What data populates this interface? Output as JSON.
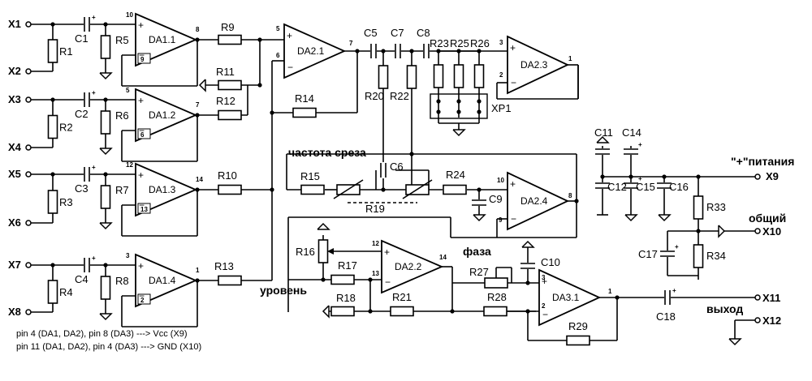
{
  "opamps": [
    {
      "id": "da11",
      "label": "DA1.1",
      "plus_pin": "10",
      "minus_pin": "9",
      "out_pin": "8"
    },
    {
      "id": "da12",
      "label": "DA1.2",
      "plus_pin": "5",
      "minus_pin": "6",
      "out_pin": "7"
    },
    {
      "id": "da13",
      "label": "DA1.3",
      "plus_pin": "12",
      "minus_pin": "13",
      "out_pin": "14"
    },
    {
      "id": "da14",
      "label": "DA1.4",
      "plus_pin": "3",
      "minus_pin": "2",
      "out_pin": "1"
    },
    {
      "id": "da21",
      "label": "DA2.1",
      "plus_pin": "5",
      "minus_pin": "6",
      "out_pin": "7"
    },
    {
      "id": "da23",
      "label": "DA2.3",
      "plus_pin": "3",
      "minus_pin": "2",
      "out_pin": "1"
    },
    {
      "id": "da24",
      "label": "DA2.4",
      "plus_pin": "10",
      "minus_pin": "9",
      "out_pin": "8"
    },
    {
      "id": "da22",
      "label": "DA2.2",
      "plus_pin": "12",
      "minus_pin": "13",
      "out_pin": "14"
    },
    {
      "id": "da31",
      "label": "DA3.1",
      "plus_pin": "3",
      "minus_pin": "2",
      "out_pin": "1"
    }
  ],
  "resistors": [
    "R1",
    "R2",
    "R3",
    "R4",
    "R5",
    "R6",
    "R7",
    "R8",
    "R9",
    "R10",
    "R11",
    "R12",
    "R13",
    "R14",
    "R15",
    "R16",
    "R17",
    "R18",
    "R19",
    "R20",
    "R21",
    "R22",
    "R23",
    "R24",
    "R25",
    "R26",
    "R27",
    "R28",
    "R29",
    "R33",
    "R34"
  ],
  "capacitors": [
    "C1",
    "C2",
    "C3",
    "C4",
    "C5",
    "C6",
    "C7",
    "C8",
    "C9",
    "C10",
    "C11",
    "C12",
    "C14",
    "C15",
    "C16",
    "C17",
    "C18"
  ],
  "terminals": [
    "X1",
    "X2",
    "X3",
    "X4",
    "X5",
    "X6",
    "X7",
    "X8",
    "X9",
    "X10",
    "X11",
    "X12"
  ],
  "connector": "XP1",
  "labels": {
    "cutoff": "частота среза",
    "phase": "фаза",
    "level": "уровень",
    "output": "выход",
    "common": "общий",
    "power": "\"+\"питания"
  },
  "notes": [
    "pin 4 (DA1, DA2), pin 8 (DA3)  ---> Vcc (X9)",
    "pin 11 (DA1, DA2), pin 4 (DA3)  ---> GND (X10)"
  ]
}
